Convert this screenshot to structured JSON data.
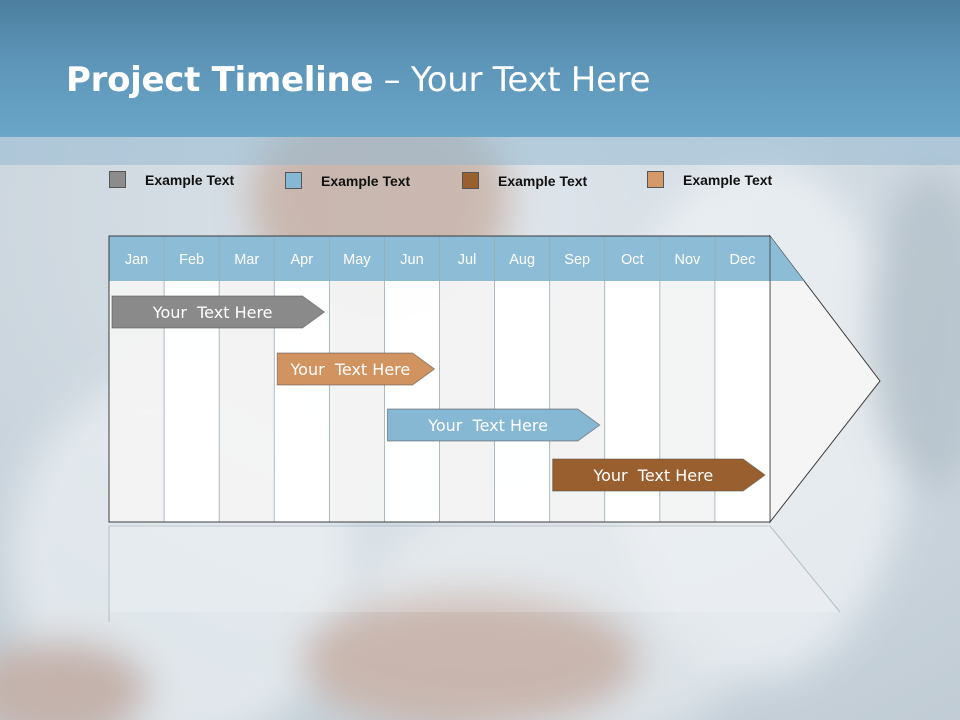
{
  "title": {
    "bold": "Project Timeline",
    "rest": " – Your Text Here"
  },
  "legend": [
    {
      "label": "Example Text",
      "color": "#8c8c8c"
    },
    {
      "label": "Example Text",
      "color": "#86b7d3"
    },
    {
      "label": "Example Text",
      "color": "#9a5f2e"
    },
    {
      "label": "Example Text",
      "color": "#d49a6a"
    }
  ],
  "months": [
    "Jan",
    "Feb",
    "Mar",
    "Apr",
    "May",
    "Jun",
    "Jul",
    "Aug",
    "Sep",
    "Oct",
    "Nov",
    "Dec"
  ],
  "tasks": [
    {
      "label": "Your  Text Here",
      "color": "#8a8a8a",
      "start_month": "Jan",
      "end_month": "Apr"
    },
    {
      "label": "Your  Text Here",
      "color": "#d1935f",
      "start_month": "Apr",
      "end_month": "Jun"
    },
    {
      "label": "Your  Text Here",
      "color": "#86b7d3",
      "start_month": "Jun",
      "end_month": "Sep"
    },
    {
      "label": "Your  Text Here",
      "color": "#9a5f2e",
      "start_month": "Sep",
      "end_month": "Dec"
    }
  ],
  "colors": {
    "header_month_bg": "#8dbcd6",
    "grid_line": "#9aaab5"
  }
}
